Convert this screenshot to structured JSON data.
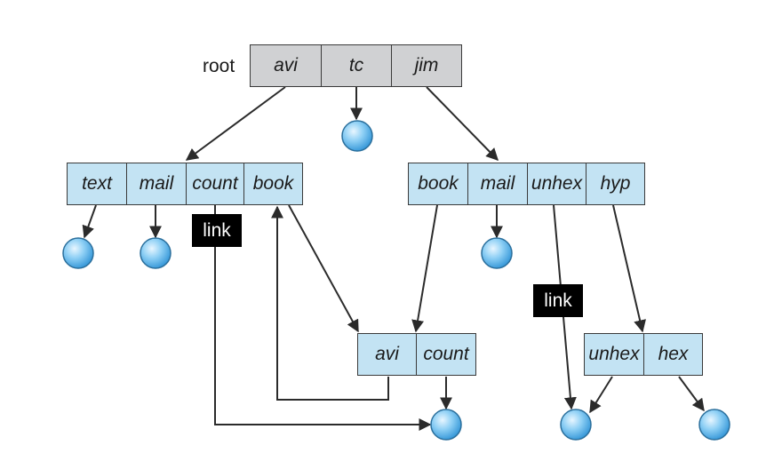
{
  "root": {
    "label": "root",
    "entries": [
      "avi",
      "tc",
      "jim"
    ]
  },
  "dir_avi": {
    "entries": [
      "text",
      "mail",
      "count",
      "book"
    ]
  },
  "dir_jim": {
    "entries": [
      "book",
      "mail",
      "unhex",
      "hyp"
    ]
  },
  "dir_shared": {
    "entries": [
      "avi",
      "count"
    ]
  },
  "dir_hyp": {
    "entries": [
      "unhex",
      "hex"
    ]
  },
  "links": [
    "link",
    "link"
  ],
  "colors": {
    "root_fill": "#d0d1d3",
    "dir_fill": "#c3e3f3",
    "file_node": "#4fb0e6",
    "line": "#2b2b2b"
  }
}
